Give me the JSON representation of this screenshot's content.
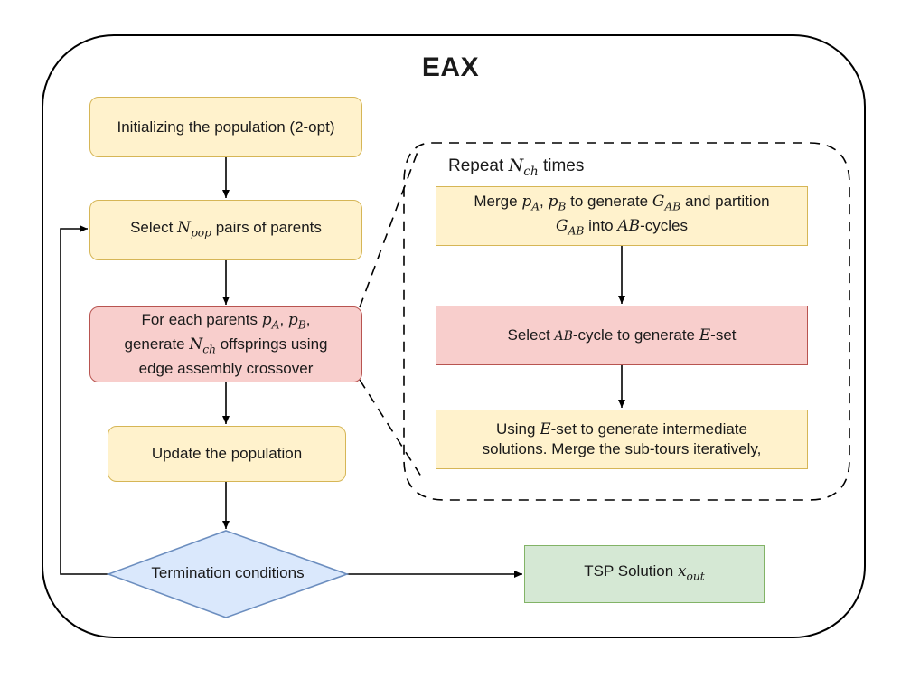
{
  "title": "EAX",
  "main": {
    "init": "Initializing the population (2-opt)",
    "select_pre": "Select",
    "select_var": "N",
    "select_sub": "pop",
    "select_post": "pairs of parents",
    "foreach_1": "For each parents",
    "pa": "p",
    "pa_sub": "A",
    "pb": "p",
    "pb_sub": "B",
    "foreach_2": "generate",
    "nch": "N",
    "nch_sub": "ch",
    "foreach_3": "offsprings using",
    "foreach_4": "edge assembly crossover",
    "update": "Update the population",
    "termination": "Termination conditions",
    "tsp_pre": "TSP Solution",
    "tsp_var": "x",
    "tsp_sub": "out"
  },
  "loop": {
    "repeat_pre": "Repeat",
    "repeat_var": "N",
    "repeat_sub": "ch",
    "repeat_post": "times",
    "merge_1": "Merge",
    "merge_2": "to generate",
    "merge_g": "G",
    "merge_g_sub": "AB",
    "merge_3": "and partition",
    "merge_4": "into",
    "merge_ab": "AB",
    "merge_5": "-cycles",
    "selcyc_1": "Select",
    "selcyc_ab": "AB",
    "selcyc_2": "-cycle to generate",
    "selcyc_e": "E",
    "selcyc_3": "-set",
    "using_1": "Using",
    "using_e": "E",
    "using_2": "-set to generate intermediate",
    "using_3": "solutions. Merge the sub-tours iteratively,"
  },
  "colors": {
    "yellow_fill": "#fff2cc",
    "yellow_stroke": "#d6b656",
    "red_fill": "#f8cecc",
    "red_stroke": "#b85450",
    "green_fill": "#d5e8d4",
    "green_stroke": "#82b366",
    "blue_fill": "#dae8fc",
    "blue_stroke": "#6c8ebf"
  }
}
